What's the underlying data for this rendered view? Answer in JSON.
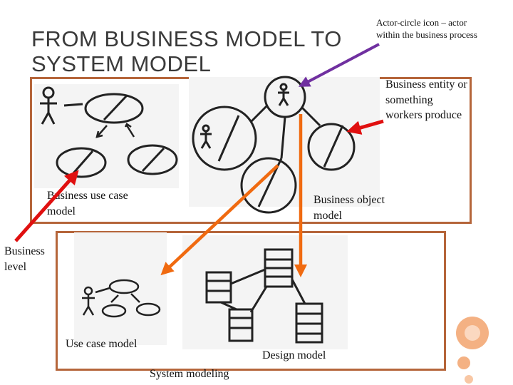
{
  "title": "FROM BUSINESS MODEL TO SYSTEM MODEL",
  "annotations": {
    "actor_circle": "Actor-circle icon – actor within the business process",
    "business_entity": "Business entity or something workers produce"
  },
  "labels": {
    "business_use_case_model": "Business use case model",
    "business_object_model": "Business object model",
    "business_level": "Business level",
    "use_case_model": "Use case model",
    "design_model": "Design model",
    "system_modeling": "System modeling"
  },
  "colors": {
    "frame": "#b5653a",
    "arrow_purple": "#7030a0",
    "arrow_red": "#e01010",
    "arrow_orange": "#f06a10",
    "circle_outer": "#f4b183",
    "circle_inner": "#fbd8c0"
  }
}
